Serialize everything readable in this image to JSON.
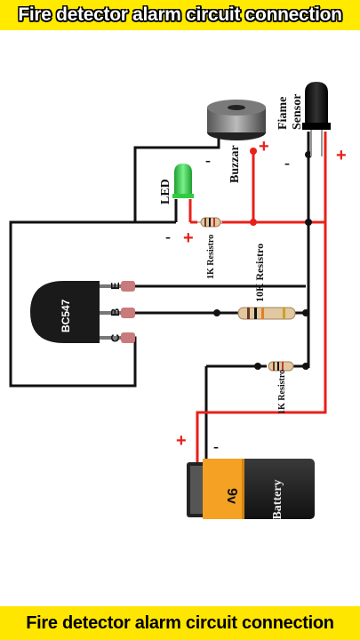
{
  "title_top": "Fire detector alarm circuit connection",
  "title_bottom": "Fire detector alarm circuit connection",
  "labels": {
    "flame_sensor_line1": "Fiame",
    "flame_sensor_line2": "Sensor",
    "buzzer": "Buzzar",
    "led": "LED",
    "transistor": "BC547",
    "pin_e": "E",
    "pin_b": "B",
    "pin_c": "C",
    "resistor_1k_top": "1K Resistro",
    "resistor_10k": "10K Resistro",
    "resistor_1k_bottom": "1K Resistro",
    "battery_voltage": "9v",
    "battery": "Battery",
    "plus": "+",
    "minus": "-"
  },
  "colors": {
    "banner": "#ffea00",
    "wire_black": "#111111",
    "wire_red": "#e8201a",
    "led_green": "#2ecc40",
    "battery_orange": "#f4a124"
  }
}
